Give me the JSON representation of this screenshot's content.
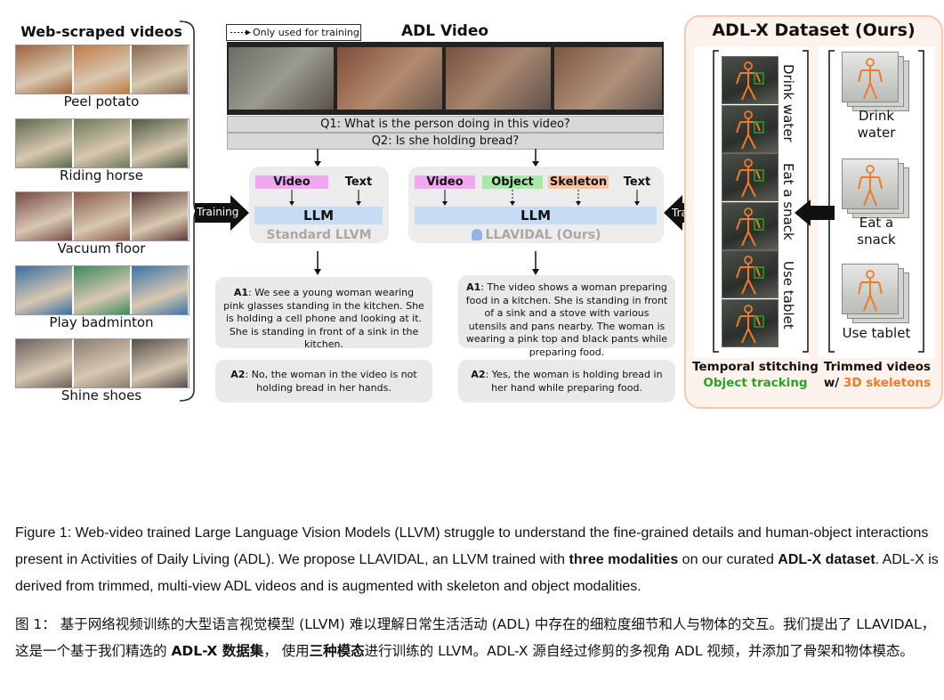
{
  "left_panel": {
    "title": "Web-scraped videos",
    "videos": [
      {
        "label": "Peel potato",
        "colors": [
          "#a0623e",
          "#c07a45",
          "#8a6a55"
        ]
      },
      {
        "label": "Riding horse",
        "colors": [
          "#5d6a4e",
          "#6e7a5a",
          "#4f5c44"
        ]
      },
      {
        "label": "Vacuum floor",
        "colors": [
          "#7a4a48",
          "#8c5a4e",
          "#5e3c3a"
        ]
      },
      {
        "label": "Play badminton",
        "colors": [
          "#3a6fa4",
          "#3b8a5e",
          "#3a74a8"
        ]
      },
      {
        "label": "Shine shoes",
        "colors": [
          "#6a6260",
          "#8a7d70",
          "#55504e"
        ]
      }
    ]
  },
  "center": {
    "legend": "Only used for training",
    "title": "ADL Video",
    "q1": "Q1: What is the person doing in this video?",
    "q2": "Q2: Is she holding bread?",
    "training_left": "Training",
    "training_right": "Training",
    "standard": {
      "video": "Video",
      "text": "Text",
      "llm": "LLM",
      "name": "Standard LLVM"
    },
    "llavidal": {
      "video": "Video",
      "object": "Object",
      "skeleton": "Skeleton",
      "text": "Text",
      "llm": "LLM",
      "name": "LLAVIDAL (Ours)"
    },
    "answers_left": {
      "a1_tag": "A1",
      "a1": ": We see a young woman wearing pink glasses standing in the kitchen. She is holding a cell phone and looking at it. She is standing in front of a sink in the kitchen.",
      "a2_tag": "A2",
      "a2": ": No, the woman in the video is not holding bread in her hands."
    },
    "answers_right": {
      "a1_tag": "A1",
      "a1": ": The video shows a woman preparing food in a kitchen. She is standing in front of a sink and a stove with various utensils and pans nearby. The woman is wearing a pink top and black pants while preparing food.",
      "a2_tag": "A2",
      "a2": ": Yes, the woman is holding bread in her hand while preparing food."
    }
  },
  "right_panel": {
    "title": "ADL-X Dataset (Ours)",
    "stitch_labels": [
      "Drink water",
      "Eat a snack",
      "Use tablet"
    ],
    "trimmed_labels": [
      "Drink\nwater",
      "Eat a\nsnack",
      "Use tablet"
    ],
    "caption_left_1": "Temporal stitching",
    "caption_left_2": "Object tracking",
    "caption_right_1": "Trimmed videos",
    "caption_right_2_prefix": "w/ ",
    "caption_right_2_accent": "3D skeletons",
    "colors": {
      "green": "#2aa02a",
      "orange": "#f07a28",
      "panel_border": "#f7c9b0"
    }
  },
  "caption_en": {
    "part1": "Figure 1: Web-video trained Large Language Vision Models (LLVM) struggle to understand the fine-grained details and human-object interactions present in Activities of Daily Living (ADL). We propose LLAVIDAL, an LLVM trained with ",
    "bold1": "three modalities",
    "part2": " on our curated ",
    "bold2": "ADL-X dataset",
    "part3": ". ADL-X is derived from trimmed, multi-view ADL videos and is augmented with skeleton and object modalities."
  },
  "caption_zh": {
    "part1": "图 1：  基于网络视频训练的大型语言视觉模型 (LLVM) 难以理解日常生活活动 (ADL) 中存在的细粒度细节和人与物体的交互。我们提出了 LLAVIDAL，这是一个基于我们精选的 ",
    "bold1": "ADL-X 数据集",
    "part2": "， 使用",
    "bold2": "三种模态",
    "part3": "进行训练的 LLVM。ADL-X 源自经过修剪的多视角 ADL 视频，并添加了骨架和物体模态。"
  }
}
